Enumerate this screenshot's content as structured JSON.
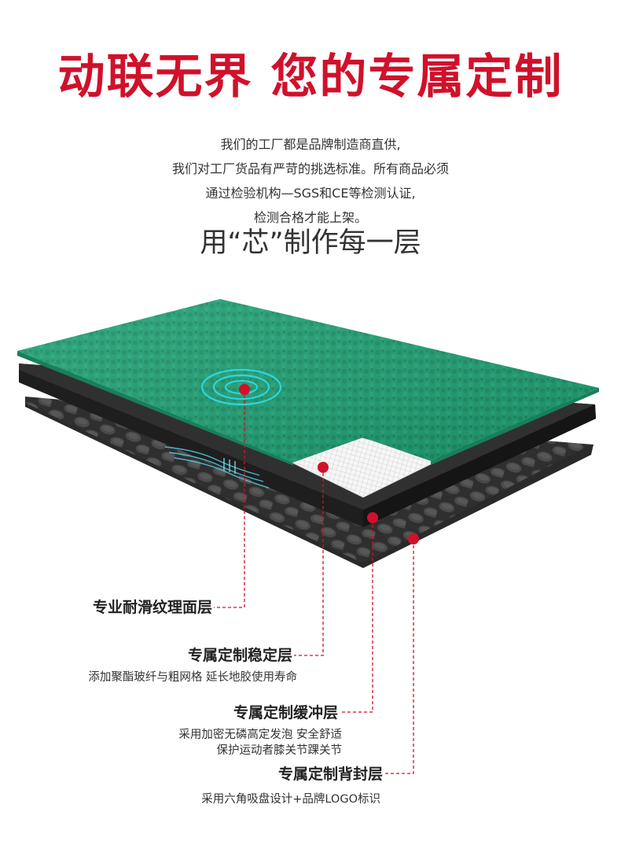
{
  "headline": "动联无界 您的专属定制",
  "intro_lines": [
    "我们的工厂都是品牌制造商直供,",
    "我们对工厂货品有严苛的挑选标准。所有商品必须",
    "通过检验机构—SGS和CE等检测认证,",
    "检测合格才能上架。"
  ],
  "slogan": "用“芯”制作每一层",
  "layers": [
    {
      "title": "专业耐滑纹理面层",
      "desc": []
    },
    {
      "title": "专属定制稳定层",
      "desc": [
        "添加聚酯玻纤与粗网格 延长地胶使用寿命"
      ]
    },
    {
      "title": "专属定制缓冲层",
      "desc": [
        "采用加密无磷高定发泡 安全舒适",
        "保护运动者膝关节踝关节"
      ]
    },
    {
      "title": "专属定制背封层",
      "desc": [
        "采用六角吸盘设计+品牌LOGO标识"
      ]
    }
  ],
  "colors": {
    "accent": "#d0112b",
    "surface_green": "#1f9e72",
    "foam_black": "#2b2b2b",
    "mesh_white": "#f4f4f4",
    "backing_gray": "#3a3a3a"
  }
}
